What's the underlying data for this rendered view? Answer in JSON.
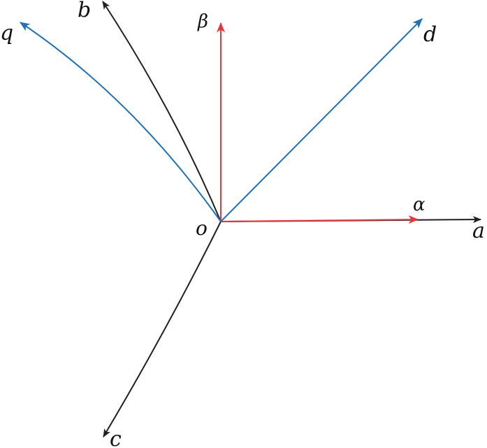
{
  "diagram": {
    "origin_label": "o",
    "axes": [
      {
        "id": "a",
        "label": "a",
        "color": "#231f20",
        "angle_deg": 0
      },
      {
        "id": "b",
        "label": "b",
        "color": "#231f20",
        "angle_deg": 120
      },
      {
        "id": "c",
        "label": "c",
        "color": "#231f20",
        "angle_deg": 240
      },
      {
        "id": "alpha",
        "label": "α",
        "color": "#e03a3e",
        "angle_deg": 0
      },
      {
        "id": "beta",
        "label": "β",
        "color": "#e03a3e",
        "angle_deg": 90
      },
      {
        "id": "d",
        "label": "d",
        "color": "#2271b5",
        "angle_deg": 45
      },
      {
        "id": "q",
        "label": "q",
        "color": "#2271b5",
        "angle_deg": 135
      }
    ]
  }
}
